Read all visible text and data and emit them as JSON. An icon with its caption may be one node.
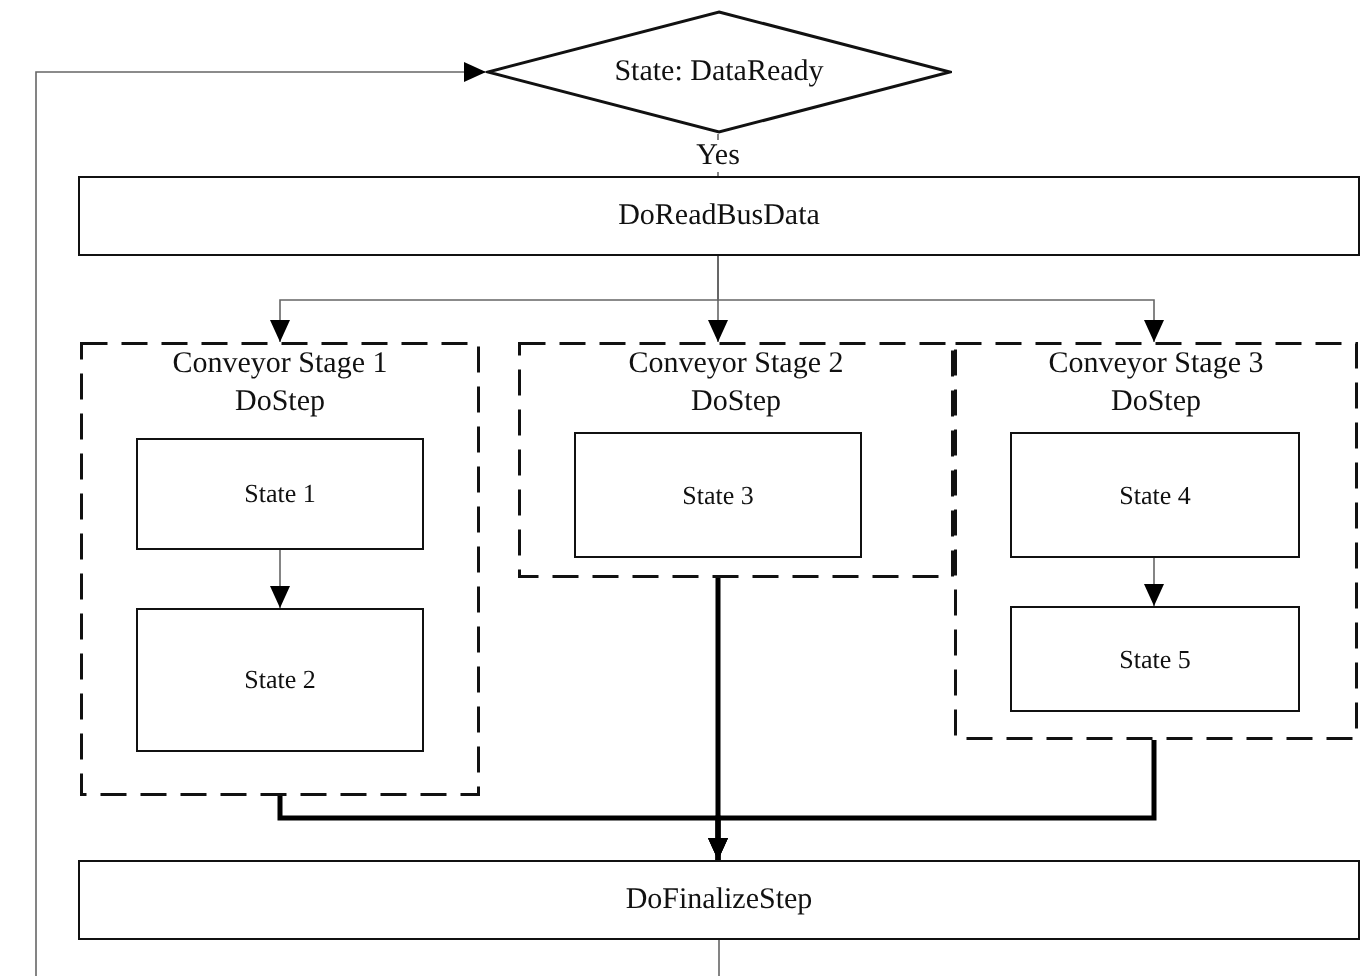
{
  "diagram": {
    "nodes": [
      {
        "text": [
          "State: DataReady"
        ]
      },
      {
        "text": [
          "DoReadBusData"
        ]
      },
      {
        "text": [
          "Conveyor Stage 1 DoStep"
        ]
      },
      {
        "text": [
          "State 1"
        ],
        "in": 2
      },
      {
        "text": [
          "State 2"
        ],
        "in": 2
      },
      {
        "text": [
          "Conveyor Stage 2 DoStep"
        ]
      },
      {
        "text": [
          "State 3"
        ],
        "in": 5
      },
      {
        "text": [
          "Conveyor Stage 3 DoStep"
        ]
      },
      {
        "text": [
          "State 4"
        ],
        "in": 7
      },
      {
        "text": [
          "State 5"
        ],
        "in": 7
      },
      {
        "text": [
          "DoFinalizeStep"
        ]
      }
    ],
    "edges": [
      {
        "from": 0,
        "to": 1,
        "arrow": "none",
        "label": "Yes"
      },
      {
        "from": 1,
        "to": 2,
        "arrow": "to"
      },
      {
        "from": 1,
        "to": 5,
        "arrow": "to"
      },
      {
        "from": 1,
        "to": 7,
        "arrow": "to"
      },
      {
        "from": 3,
        "to": 4,
        "arrow": "to"
      },
      {
        "from": 8,
        "to": 9,
        "arrow": "to"
      },
      {
        "from": 2,
        "to": 10,
        "arrow": "to",
        "style": "thick",
        "color": "#000000"
      },
      {
        "from": 5,
        "to": 10,
        "arrow": "to",
        "style": "thick",
        "color": "#000000"
      },
      {
        "from": 7,
        "to": 10,
        "arrow": "to",
        "style": "thick",
        "color": "#000000"
      },
      {
        "from": 10,
        "to": 0,
        "arrow": "to"
      }
    ]
  }
}
